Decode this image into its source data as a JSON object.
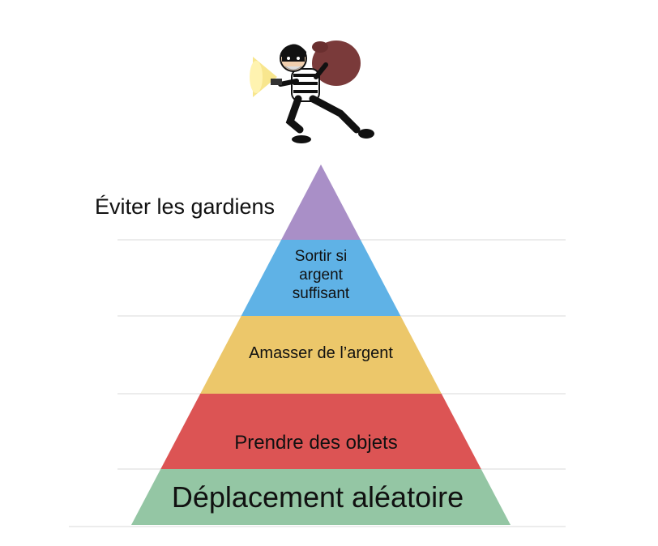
{
  "pyramid": {
    "levels": [
      {
        "id": "level-5",
        "label_lines": [
          "Éviter les gardiens"
        ],
        "color": "#a98fc7"
      },
      {
        "id": "level-4",
        "label_lines": [
          "Sortir si",
          "argent",
          "suffisant"
        ],
        "color": "#5fb2e6"
      },
      {
        "id": "level-3",
        "label_lines": [
          "Amasser de l’argent"
        ],
        "color": "#ecc76a"
      },
      {
        "id": "level-2",
        "label_lines": [
          "Prendre des objets"
        ],
        "color": "#dc5454"
      },
      {
        "id": "level-1",
        "label_lines": [
          "Déplacement aléatoire"
        ],
        "color": "#94c6a4"
      }
    ]
  },
  "illustration": {
    "icon": "burglar-with-flashlight-and-loot-bag-icon"
  },
  "colors": {
    "divider": "#d9d9d9",
    "mask": "#111111",
    "bag": "#7a3a3a",
    "light": "#f7e27a"
  }
}
